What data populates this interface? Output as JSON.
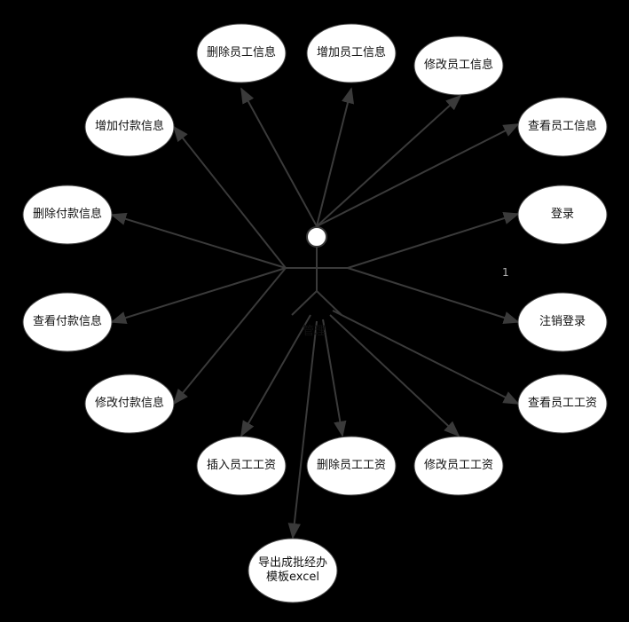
{
  "colors": {
    "background": "#000000",
    "ellipse_fill": "#ffffff",
    "ellipse_stroke": "#4a4a4a",
    "edge": "#3a3a3a",
    "actor": "#3a3a3a",
    "actor_head": "#ffffff"
  },
  "actor": {
    "label": "管理"
  },
  "note": {
    "text": "1"
  },
  "use_cases": [
    {
      "id": "delete-employee-info",
      "label": "删除员工信息"
    },
    {
      "id": "add-employee-info",
      "label": "增加员工信息"
    },
    {
      "id": "edit-employee-info",
      "label": "修改员工信息"
    },
    {
      "id": "view-employee-info",
      "label": "查看员工信息"
    },
    {
      "id": "login",
      "label": "登录"
    },
    {
      "id": "logout",
      "label": "注销登录"
    },
    {
      "id": "view-employee-salary",
      "label": "查看员工工资"
    },
    {
      "id": "edit-employee-salary",
      "label": "修改员工工资"
    },
    {
      "id": "delete-employee-salary",
      "label": "删除员工工资"
    },
    {
      "id": "insert-employee-salary",
      "label": "插入员工工资"
    },
    {
      "id": "export-template",
      "label": "导出成批经办\n模板excel"
    },
    {
      "id": "edit-payment-info",
      "label": "修改付款信息"
    },
    {
      "id": "view-payment-info",
      "label": "查看付款信息"
    },
    {
      "id": "delete-payment-info",
      "label": "删除付款信息"
    },
    {
      "id": "add-payment-info",
      "label": "增加付款信息"
    }
  ]
}
